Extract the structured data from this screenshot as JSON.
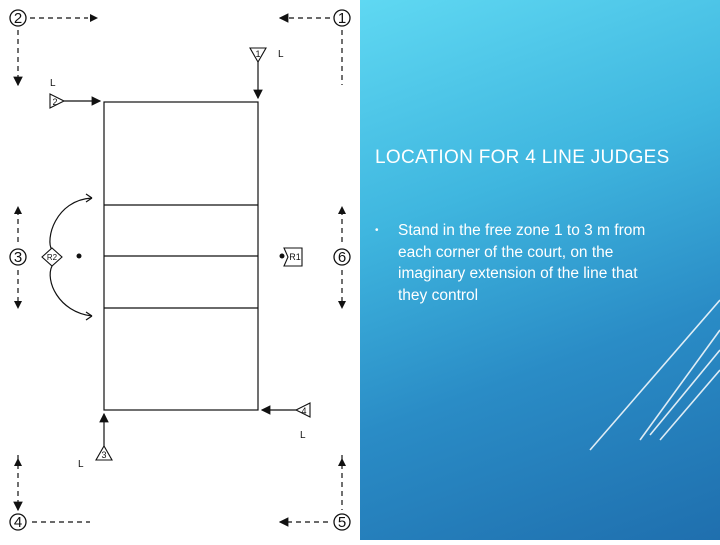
{
  "slide": {
    "title": "LOCATION FOR 4 LINE JUDGES",
    "bullets": [
      "Stand in the free zone 1 to 3 m from each corner of the court, on the imaginary extension of the line that they control"
    ]
  },
  "diagram": {
    "corner_positions": [
      "1",
      "2",
      "3",
      "4",
      "5",
      "6"
    ],
    "judge_markers": [
      "1",
      "2",
      "3",
      "4"
    ],
    "judge_letter": "L",
    "referees": [
      "R1",
      "R2"
    ]
  },
  "colors": {
    "ink": "#111111",
    "panel_top": "#5fd8f2",
    "panel_bottom": "#1f6fae",
    "text": "#ffffff"
  }
}
